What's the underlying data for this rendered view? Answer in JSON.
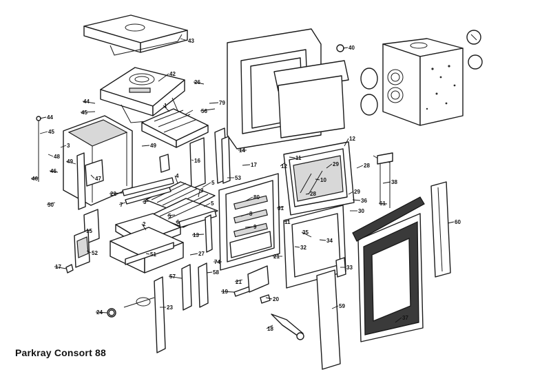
{
  "caption": "Parkray Consort 88",
  "callouts": [
    {
      "id": "43",
      "text": "43"
    },
    {
      "id": "42",
      "text": "42"
    },
    {
      "id": "26",
      "text": "26"
    },
    {
      "id": "79",
      "text": "79"
    },
    {
      "id": "56",
      "text": "56"
    },
    {
      "id": "40",
      "text": "40"
    },
    {
      "id": "44a",
      "text": "44"
    },
    {
      "id": "45a",
      "text": "45"
    },
    {
      "id": "44b",
      "text": "44"
    },
    {
      "id": "45b",
      "text": "45"
    },
    {
      "id": "1",
      "text": "1"
    },
    {
      "id": "49a",
      "text": "49"
    },
    {
      "id": "3a",
      "text": "3"
    },
    {
      "id": "48",
      "text": "48"
    },
    {
      "id": "49b",
      "text": "49"
    },
    {
      "id": "47",
      "text": "47"
    },
    {
      "id": "46a",
      "text": "46"
    },
    {
      "id": "46b",
      "text": "46"
    },
    {
      "id": "50",
      "text": "50"
    },
    {
      "id": "16",
      "text": "16"
    },
    {
      "id": "14",
      "text": "14"
    },
    {
      "id": "17a",
      "text": "17"
    },
    {
      "id": "53",
      "text": "53"
    },
    {
      "id": "4",
      "text": "4"
    },
    {
      "id": "22",
      "text": "22"
    },
    {
      "id": "7",
      "text": "7"
    },
    {
      "id": "3b",
      "text": "3"
    },
    {
      "id": "5a",
      "text": "5"
    },
    {
      "id": "3c",
      "text": "3"
    },
    {
      "id": "5b",
      "text": "5"
    },
    {
      "id": "5c",
      "text": "5"
    },
    {
      "id": "6",
      "text": "6"
    },
    {
      "id": "80",
      "text": "80"
    },
    {
      "id": "8",
      "text": "8"
    },
    {
      "id": "9",
      "text": "9"
    },
    {
      "id": "2",
      "text": "2"
    },
    {
      "id": "15",
      "text": "15"
    },
    {
      "id": "13",
      "text": "13"
    },
    {
      "id": "52",
      "text": "52"
    },
    {
      "id": "51",
      "text": "51"
    },
    {
      "id": "27",
      "text": "27"
    },
    {
      "id": "17b",
      "text": "17"
    },
    {
      "id": "74",
      "text": "74"
    },
    {
      "id": "57",
      "text": "57"
    },
    {
      "id": "58",
      "text": "58"
    },
    {
      "id": "21a",
      "text": "21"
    },
    {
      "id": "19",
      "text": "19"
    },
    {
      "id": "20",
      "text": "20"
    },
    {
      "id": "24",
      "text": "24"
    },
    {
      "id": "23",
      "text": "23"
    },
    {
      "id": "18",
      "text": "18"
    },
    {
      "id": "31",
      "text": "31"
    },
    {
      "id": "12a",
      "text": "12"
    },
    {
      "id": "11a",
      "text": "11"
    },
    {
      "id": "12b",
      "text": "12"
    },
    {
      "id": "29a",
      "text": "29"
    },
    {
      "id": "10",
      "text": "10"
    },
    {
      "id": "28a",
      "text": "28"
    },
    {
      "id": "28b",
      "text": "28"
    },
    {
      "id": "29b",
      "text": "29"
    },
    {
      "id": "11b",
      "text": "11"
    },
    {
      "id": "36",
      "text": "36"
    },
    {
      "id": "30",
      "text": "30"
    },
    {
      "id": "38",
      "text": "38"
    },
    {
      "id": "61",
      "text": "61"
    },
    {
      "id": "35",
      "text": "35"
    },
    {
      "id": "32",
      "text": "32"
    },
    {
      "id": "34",
      "text": "34"
    },
    {
      "id": "21b",
      "text": "21"
    },
    {
      "id": "33",
      "text": "33"
    },
    {
      "id": "59",
      "text": "59"
    },
    {
      "id": "60",
      "text": "60"
    },
    {
      "id": "37",
      "text": "37"
    }
  ]
}
